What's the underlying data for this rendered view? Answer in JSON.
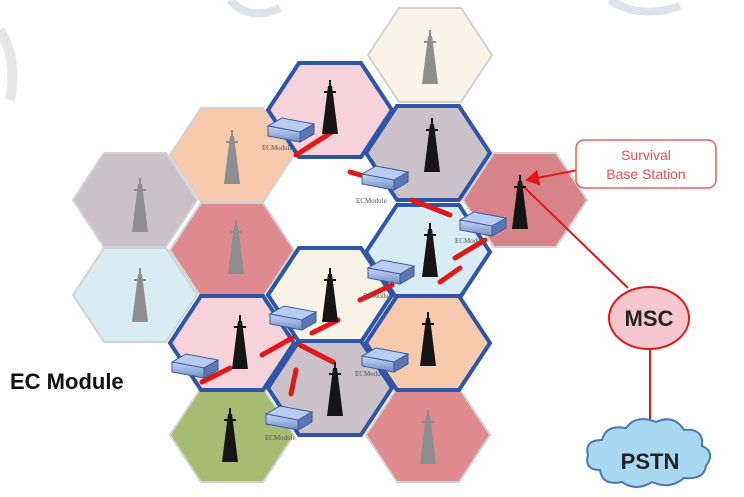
{
  "diagram": {
    "callout_line1": "Survival",
    "callout_line2": "Base Station",
    "msc_label": "MSC",
    "pstn_label": "PSTN",
    "ec_module_label": "EC Module",
    "small_module_label": "ECModule"
  },
  "colors": {
    "cell_outline_highlight": "#2f55a8",
    "cell_outline_plain": "#d2d2d2",
    "link_red": "#e01818",
    "msc_fill": "#f6c6cf",
    "pstn_fill": "#a8d8f2",
    "tower": "#151515"
  },
  "cells": [
    {
      "id": "top-beige",
      "fill": "#faf3e8",
      "highlight": false
    },
    {
      "id": "pink-top",
      "fill": "#f6d3da",
      "highlight": true
    },
    {
      "id": "gray-upper",
      "fill": "#cbc1c9",
      "highlight": true
    },
    {
      "id": "survival-red",
      "fill": "#d8828a",
      "highlight": false
    },
    {
      "id": "peach-upper",
      "fill": "#f7caad",
      "highlight": false
    },
    {
      "id": "gray-left",
      "fill": "#cbc1c9",
      "highlight": false
    },
    {
      "id": "red-left",
      "fill": "#de8a8f",
      "highlight": false
    },
    {
      "id": "blue-right",
      "fill": "#d8ecf6",
      "highlight": true
    },
    {
      "id": "blue-left",
      "fill": "#d8ecf6",
      "highlight": false
    },
    {
      "id": "beige-center",
      "fill": "#faf3e8",
      "highlight": true
    },
    {
      "id": "peach-right",
      "fill": "#f7caad",
      "highlight": true
    },
    {
      "id": "pink-left",
      "fill": "#f6d3da",
      "highlight": true
    },
    {
      "id": "gray-center",
      "fill": "#cbc1c9",
      "highlight": true
    },
    {
      "id": "green-bottom",
      "fill": "#a7bb73",
      "highlight": false
    },
    {
      "id": "red-bottom",
      "fill": "#de8a8f",
      "highlight": false
    }
  ]
}
